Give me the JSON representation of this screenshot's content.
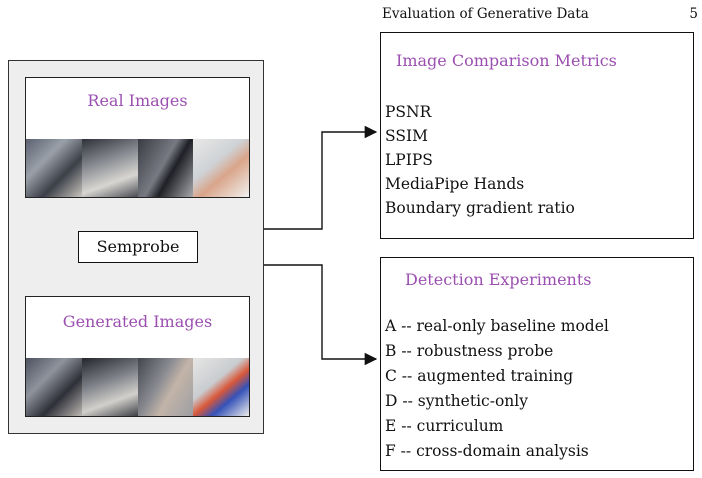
{
  "header": {
    "running_title": "Evaluation of Generative Data",
    "page_number": "5"
  },
  "pipeline": {
    "real_images_title": "Real Images",
    "probe_label": "Semprobe",
    "generated_images_title": "Generated Images"
  },
  "metrics": {
    "title": "Image Comparison Metrics",
    "items": [
      "PSNR",
      "SSIM",
      "LPIPS",
      "MediaPipe Hands",
      "Boundary gradient ratio"
    ]
  },
  "experiments": {
    "title": "Detection Experiments",
    "items": [
      "A -- real-only baseline model",
      "B -- robustness probe",
      "C -- augmented training",
      "D -- synthetic-only",
      "E -- curriculum",
      "F -- cross-domain analysis"
    ]
  },
  "colors": {
    "title_accent": "#9b4fb0",
    "panel_bg": "#eeeeee",
    "stroke": "#111111"
  }
}
